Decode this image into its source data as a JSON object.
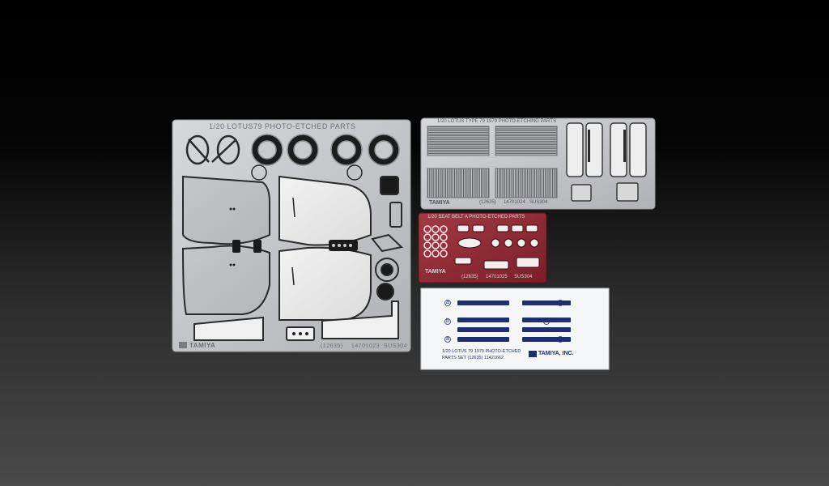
{
  "large_sheet": {
    "title": "1/20 LOTUS79 PHOTO-ETCHED PARTS",
    "part_number": "(12635)",
    "code": "14701023",
    "material": "SUS304",
    "brand": "TAMIYA"
  },
  "grille_fret": {
    "title": "1/20 LOTUS TYPE 79 1979 PHOTO-ETCHING PARTS",
    "part_number": "(12635)",
    "code": "14701024",
    "material": "SUS304",
    "brand": "TAMIYA"
  },
  "seat_belt_fret": {
    "title": "1/20 SEAT BELT A PHOTO-ETCHED PARTS",
    "part_number": "(12635)",
    "code": "14701025",
    "material": "SUS304",
    "brand": "TAMIYA"
  },
  "decal_sheet": {
    "labels": [
      "a",
      "b",
      "c",
      "d",
      "a",
      "c"
    ],
    "caption_line1": "1/20 LOTUS 79 1979 PHOTO-ETCHED",
    "caption_line2": "PARTS SET (12635) 11421662",
    "brand": "TAMIYA, INC."
  }
}
